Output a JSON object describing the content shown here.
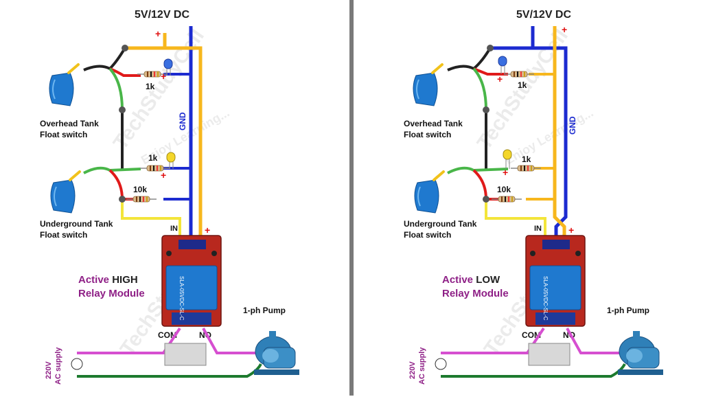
{
  "supply_label": "5V/12V DC",
  "gnd_label": "GND",
  "plus_sign": "+",
  "resistor_1k": "1k",
  "resistor_10k": "10k",
  "overhead_label_line1": "Overhead Tank",
  "overhead_label_line2": "Float switch",
  "underground_label_line1": "Underground Tank",
  "underground_label_line2": "Float switch",
  "in_label": "IN",
  "com_label": "COM",
  "no_label": "NO",
  "pump_label": "1-ph Pump",
  "ac_line1": "220V",
  "ac_line2": "AC supply",
  "relay_word": "Relay Module",
  "left_mode_prefix": "Active",
  "left_mode_state": "HIGH",
  "right_mode_prefix": "Active",
  "right_mode_state": "LOW",
  "relay_text": "SLA-05VDC-SL-C",
  "watermark_main": "TechStudyCell",
  "watermark_sub": "Enjoy Learning...",
  "colors": {
    "vcc_wire": "#f7b71d",
    "gnd_wire": "#1c2bd0",
    "signal_wire": "#f3e53a",
    "green_wire": "#49b649",
    "red_wire": "#e01a1a",
    "ac_live": "#d64fd0",
    "ac_neutral": "#1d7a2e",
    "divider": "#7a7a7a",
    "relay_board": "#b8281e",
    "relay_blue": "#1f79cf",
    "label_purple": "#8e1f86"
  }
}
